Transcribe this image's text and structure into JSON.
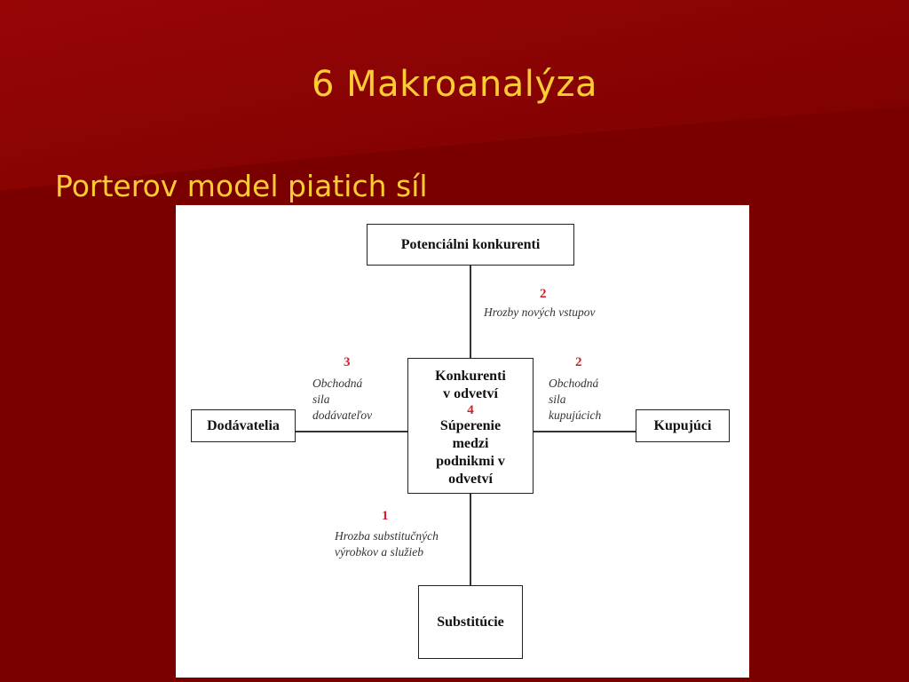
{
  "slide": {
    "title": "6 Makroanalýza",
    "subtitle": "Porterov model piatich síl"
  },
  "diagram": {
    "potential_competitors": "Potenciálni konkurenti",
    "suppliers": "Dodávatelia",
    "buyers": "Kupujúci",
    "substitutes": "Substitúcie",
    "center": {
      "line1": "Konkurenti",
      "line2": "v odvetví",
      "number": "4",
      "line3": "Súperenie",
      "line4": "medzi",
      "line5": "podnikmi v",
      "line6": "odvetví"
    },
    "new_entrants_force": {
      "number": "2",
      "label": "Hrozby nových vstupov"
    },
    "supplier_force": {
      "number": "3",
      "line1": "Obchodná",
      "line2": "sila",
      "line3": "dodávateľov"
    },
    "buyer_force": {
      "number": "2",
      "line1": "Obchodná",
      "line2": "sila",
      "line3": "kupujúcich"
    },
    "substitute_force": {
      "number": "1",
      "line1": "Hrozba substitučných",
      "line2": "výrobkov a služieb"
    }
  },
  "colors": {
    "background": "#7c0000",
    "title": "#ffcc33",
    "number": "#d0202a"
  }
}
